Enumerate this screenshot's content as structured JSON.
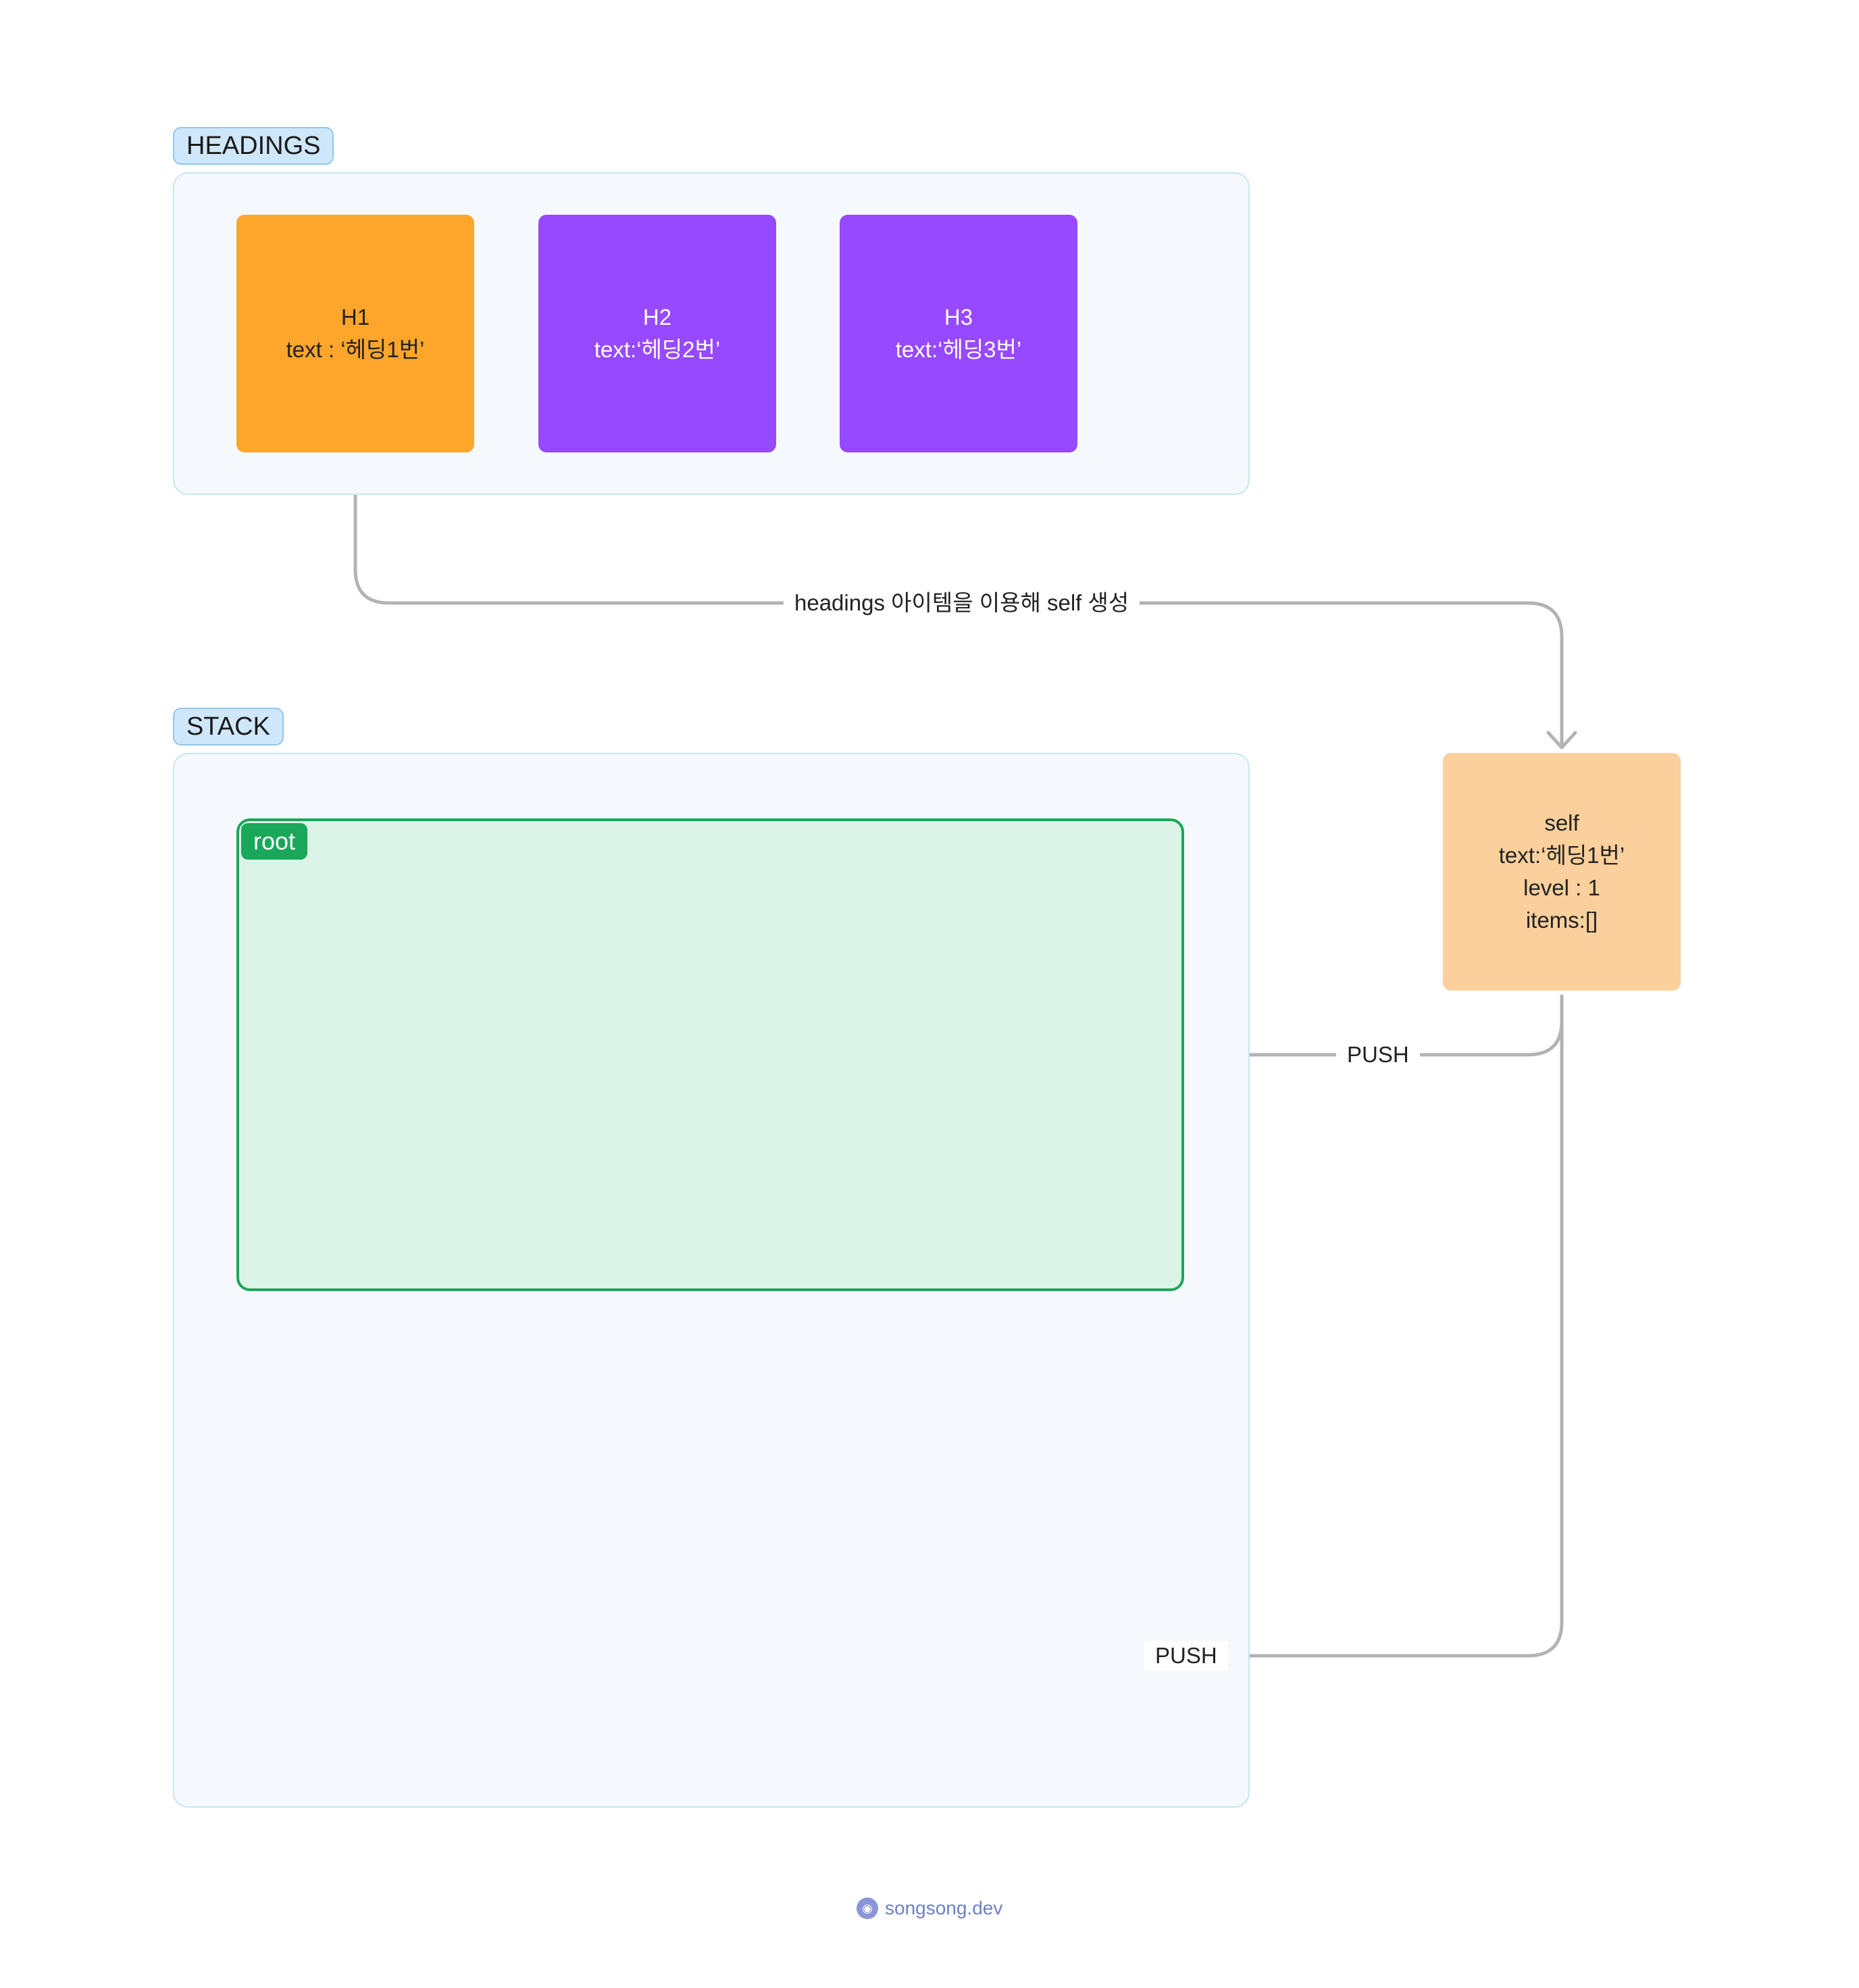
{
  "headings_section": {
    "label": "HEADINGS",
    "cards": [
      {
        "title": "H1",
        "text": "text : ‘헤딩1번’"
      },
      {
        "title": "H2",
        "text": "text:‘헤딩2번’"
      },
      {
        "title": "H3",
        "text": "text:‘헤딩3번’"
      }
    ]
  },
  "connector_label": "headings 아이템을 이용해 self 생성",
  "stack_section": {
    "label": "STACK",
    "root_label": "root"
  },
  "self_card": {
    "title": "self",
    "text": "text:‘헤딩1번’",
    "level": "level : 1",
    "items": "items:[]"
  },
  "push_labels": [
    "PUSH",
    "PUSH"
  ],
  "colors": {
    "h1": "#fea52b",
    "h_purple": "#9749ff",
    "self": "#fbd09c",
    "root_border": "#1aa65a",
    "root_fill": "#dcf3e7",
    "section_fill": "#f5f9fd",
    "connector": "#b3b3b3"
  },
  "footer": {
    "icon": "globe-icon",
    "text": "songsong.dev"
  }
}
